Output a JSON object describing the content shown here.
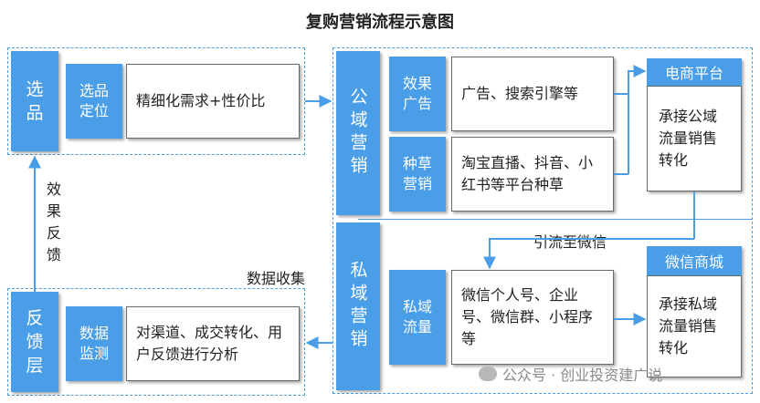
{
  "title": "复购营销流程示意图",
  "select": {
    "label": "选品",
    "sub_label": "选品定位",
    "text": "精细化需求+性价比"
  },
  "feedback": {
    "label": "反馈层",
    "sub_label": "数据监测",
    "text": "对渠道、成交转化、用户反馈进行分析"
  },
  "edge_labels": {
    "effect_feedback": "效果反馈",
    "data_collect": "数据收集",
    "redirect": "引流至微信"
  },
  "public": {
    "label": "公域营销",
    "ads_label": "效果广告",
    "ads_text": "广告、搜索引擎等",
    "seed_label": "种草营销",
    "seed_text": "淘宝直播、抖音、小红书等平台种草",
    "platform_title": "电商平台",
    "platform_text": "承接公域流量销售转化"
  },
  "private": {
    "label": "私域营销",
    "traffic_label": "私域流量",
    "traffic_text": "微信个人号、企业号、微信群、小程序等",
    "mall_title": "微信商城",
    "mall_text": "承接私域流量销售转化"
  },
  "watermark": "公众号 · 创业投资建广说",
  "colors": {
    "accent": "#4A9EE8",
    "border": "#6a6a6a"
  }
}
